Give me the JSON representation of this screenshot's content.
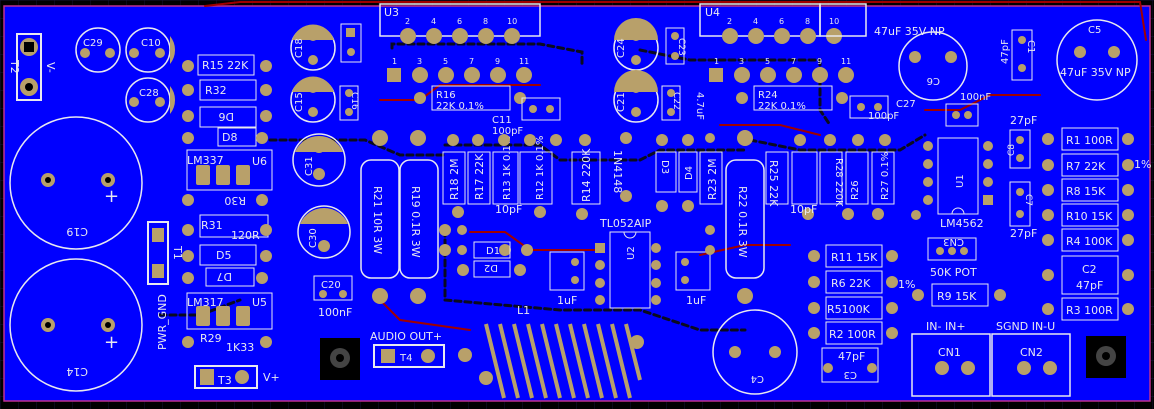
{
  "colors": {
    "background": "#000000",
    "copper": "#0000ff",
    "pad": "#b8a06a",
    "silk": "#e8e8f0",
    "trace_top": "#a00000",
    "trace_bottom": "#0a0a20",
    "outline": "#c03090"
  },
  "ic_labels": {
    "u3": "U3",
    "u4": "U4",
    "u1": "U1",
    "u2": "U2",
    "u5": "U5",
    "u6": "U6",
    "lm4562": "LM4562",
    "tl052": "TL052AIP",
    "lm337": "LM337",
    "lm317": "LM317"
  },
  "u3_pins_top": [
    "2",
    "4",
    "6",
    "8",
    "10"
  ],
  "u3_pins_bottom": [
    "1",
    "3",
    "5",
    "7",
    "9",
    "11"
  ],
  "u4_pins_top": [
    "2",
    "4",
    "6",
    "8",
    "10"
  ],
  "u4_pins_bottom": [
    "1",
    "3",
    "5",
    "7",
    "9",
    "11"
  ],
  "labels": {
    "c29": "C29",
    "c10": "C10",
    "c28": "C28",
    "c9": "C9",
    "c18": "C18",
    "c15": "C15",
    "c16": "C16",
    "c31": "C31",
    "c30": "C30",
    "c19": "C19",
    "c14": "C14",
    "c20": "C20",
    "c20_val": "100nF",
    "c11": "C11",
    "c11_val": "100pF",
    "c24": "C24",
    "c23": "C23",
    "c21": "C21",
    "c22": "C22",
    "c22_val": "4.7uF",
    "c27": "C27",
    "c27_val": "100pF",
    "c6_val": "100nF",
    "c6": "C6",
    "c5": "C5",
    "c5_val": "47uF 35V NP",
    "c3_label": "C3",
    "c3_val": "47uF 35V NP",
    "c1": "C1",
    "c1_val": "47pF",
    "c8": "C8",
    "c8_val": "27pF",
    "c7": "C7",
    "c7_val": "27pF",
    "c2": "C2",
    "c2_val": "47pF",
    "c4": "C4",
    "c3b": "C3",
    "c3b_val": "47pF",
    "c12_val": "1uF",
    "c13_val": "1uF",
    "c10pf_a": "10pF",
    "c10pf_b": "10pF",
    "v_minus": "V-",
    "v_plus": "V+",
    "t2": "T2",
    "t3": "T3",
    "t1": "T1",
    "t4": "T4",
    "pwr_gnd": "PWR_GND",
    "audio_out": "AUDIO OUT+",
    "in_labels": "IN-  IN+",
    "sgnd_labels": "SGND IN-U",
    "cn1": "CN1",
    "cn2": "CN2",
    "cn3": "CN3",
    "pot": "50K POT",
    "l1": "L1",
    "r15": "R15 22K",
    "r32": "R32",
    "d6": "D6",
    "d8": "D8",
    "r30": "R30",
    "r31": "R31",
    "r31_val": "120R",
    "d5": "D5",
    "d7": "D7",
    "r29": "R29",
    "r29_val": "1K33",
    "r21": "R21  10R 3W",
    "r19": "R19  0.1R 3W",
    "r18": "R18 2M",
    "r17": "R17 22K",
    "r13": "R13 1K 0.1%",
    "r12": "R12 1K 0.1%",
    "r14": "R14 220K",
    "r16": "R16",
    "r16_val": "22K 0.1%",
    "d3": "D3",
    "d4": "D4",
    "d3_type": "1N4148",
    "d1": "D1",
    "d2": "D2",
    "r23": "R23 2M",
    "r22": "R22  0.1R 3W",
    "r25": "R25 22K",
    "r24": "R24",
    "r24_val": "22K 0.1%",
    "r26": "R26",
    "r28": "R28 220K",
    "r27": "R27 0.1%",
    "r1": "R1 100R",
    "r7": "R7 22K",
    "r8": "R8 15K",
    "r10": "R10 15K",
    "r4": "R4 100K",
    "r3": "R3 100R",
    "r11": "R11 15K",
    "r6": "R6 22K",
    "r5": "R5100K",
    "r2": "R2 100R",
    "r9": "R9 15K",
    "pct": "1%",
    "pct2": "1%",
    "plus": "+"
  }
}
